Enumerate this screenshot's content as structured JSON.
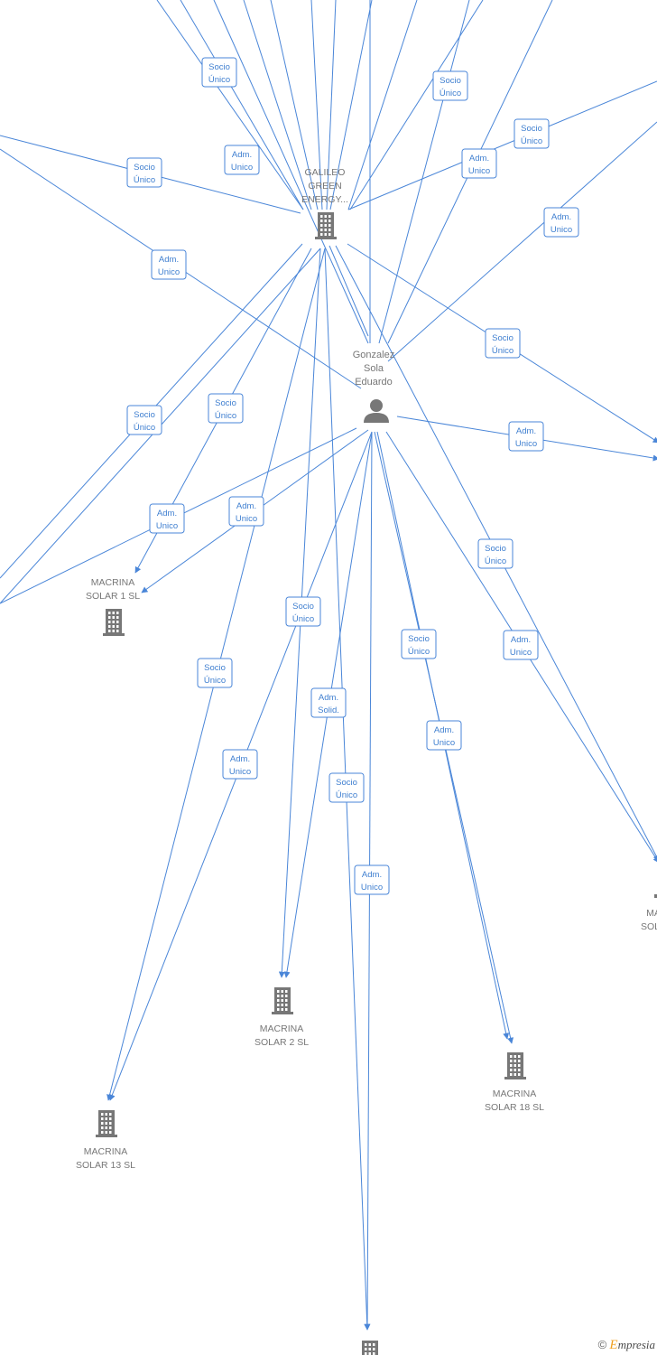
{
  "nodes": {
    "galileo": [
      "GALILEO",
      "GREEN",
      "ENERGY..."
    ],
    "person": [
      "Gonzalez",
      "Sola",
      "Eduardo"
    ],
    "macrina1": [
      "MACRINA",
      "SOLAR 1  SL"
    ],
    "macrina2": [
      "MACRINA",
      "SOLAR 2  SL"
    ],
    "macrina13": [
      "MACRINA",
      "SOLAR 13  SL"
    ],
    "macrina18": [
      "MACRINA",
      "SOLAR 18  SL"
    ],
    "right_partial": [
      "MA",
      "SOLA"
    ]
  },
  "edge_labels": [
    [
      "Socio",
      "Único"
    ],
    [
      "Adm.",
      "Unico"
    ],
    [
      "Socio",
      "Único"
    ],
    [
      "Socio",
      "Único"
    ],
    [
      "Adm.",
      "Unico"
    ],
    [
      "Socio",
      "Único"
    ],
    [
      "Adm.",
      "Unico"
    ],
    [
      "Adm.",
      "Unico"
    ],
    [
      "Socio",
      "Único"
    ],
    [
      "Adm.",
      "Unico"
    ],
    [
      "Socio",
      "Único"
    ],
    [
      "Socio",
      "Único"
    ],
    [
      "Adm.",
      "Unico"
    ],
    [
      "Adm.",
      "Unico"
    ],
    [
      "Socio",
      "Único"
    ],
    [
      "Socio",
      "Único"
    ],
    [
      "Socio",
      "Único"
    ],
    [
      "Adm.",
      "Unico"
    ],
    [
      "Socio",
      "Único"
    ],
    [
      "Adm.",
      "Solid."
    ],
    [
      "Adm.",
      "Unico"
    ],
    [
      "Adm.",
      "Unico"
    ],
    [
      "Socio",
      "Único"
    ],
    [
      "Adm.",
      "Unico"
    ]
  ],
  "brand": {
    "copyright": "©",
    "name": "mpresia",
    "initial": "E"
  },
  "colors": {
    "edge": "#4a86d8",
    "node": "#777777"
  }
}
